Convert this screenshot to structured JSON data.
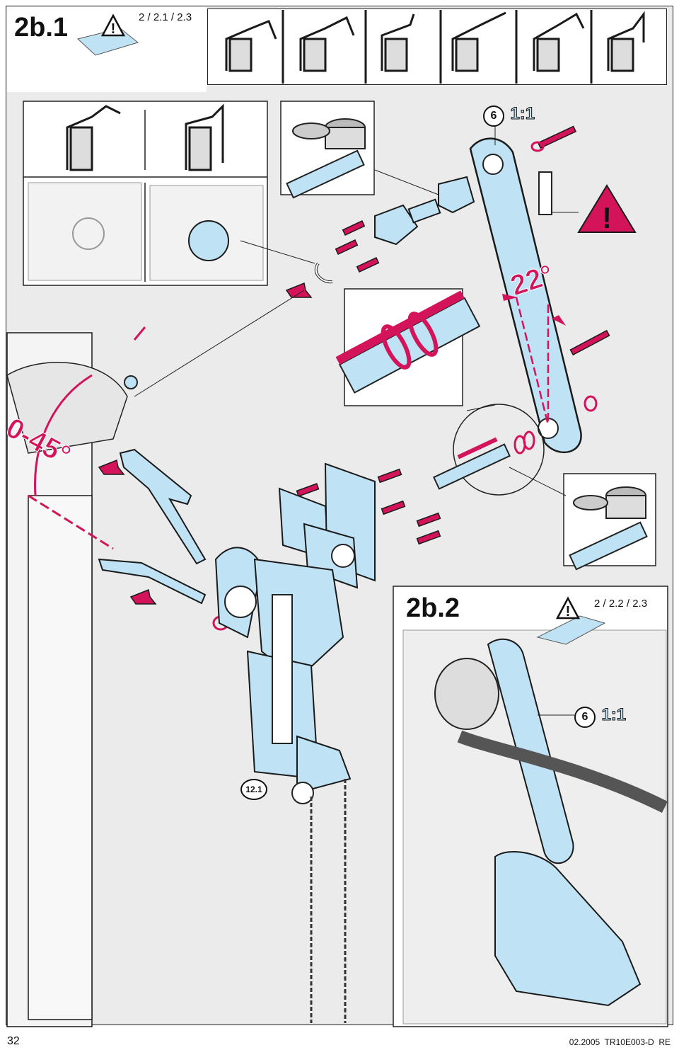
{
  "section_main": {
    "id": "2b.1",
    "refs": "2 / 2.1 / 2.3"
  },
  "section_inset": {
    "id": "2b.2",
    "refs": "2 / 2.2 / 2.3"
  },
  "callouts": {
    "scale_top": {
      "number": "6",
      "ratio": "1:1"
    },
    "scale_inset": {
      "number": "6",
      "ratio": "1:1"
    },
    "angle_arm": "22°",
    "angle_range": "0-45°",
    "part": "12.1"
  },
  "footer": {
    "page": "32",
    "doc": "02.2005  TR10E003-D  RE"
  },
  "colors": {
    "magenta": "#d4145a",
    "blue": "#bfe3f5",
    "outline": "#1a1a1a",
    "panel": "#ebebeb"
  },
  "icons": [
    "warning-triangle-icon",
    "manual-book-icon",
    "door-track-icon",
    "grease-tin-icon",
    "brush-icon"
  ]
}
